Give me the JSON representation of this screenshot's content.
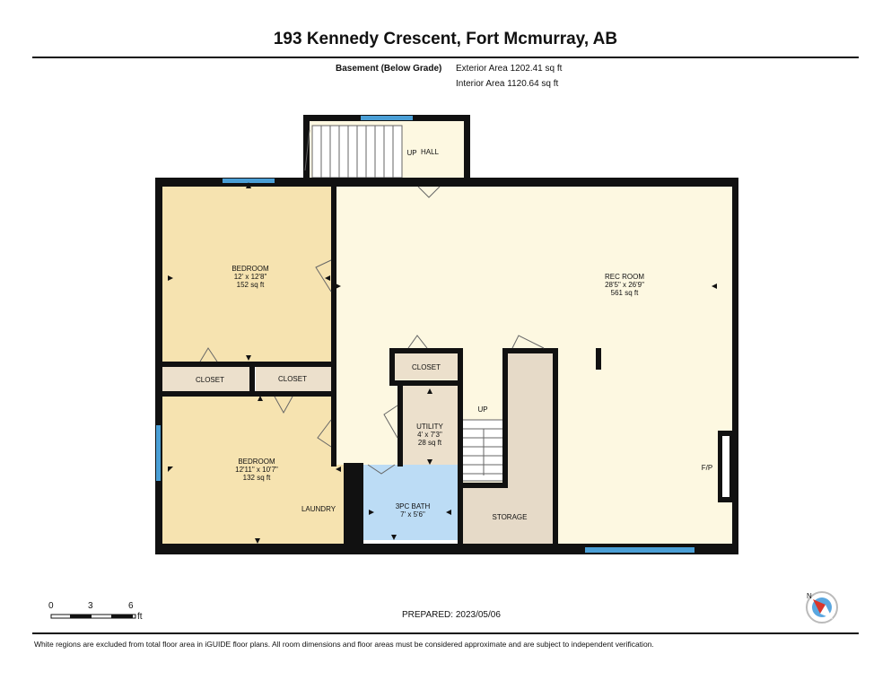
{
  "header": {
    "title": "193 Kennedy Crescent, Fort Mcmurray, AB",
    "floor_name": "Basement (Below Grade)",
    "exterior_area": "Exterior Area 1202.41 sq ft",
    "interior_area": "Interior Area 1120.64 sq ft"
  },
  "rooms": {
    "hall": {
      "name": "HALL"
    },
    "stairs_up_top": {
      "name": "UP"
    },
    "bedroom1": {
      "name": "BEDROOM",
      "dims": "12' x 12'8\"",
      "area": "152 sq ft"
    },
    "rec_room": {
      "name": "REC ROOM",
      "dims": "28'5\" x 26'9\"",
      "area": "561 sq ft"
    },
    "closet_a": {
      "name": "CLOSET"
    },
    "closet_b": {
      "name": "CLOSET"
    },
    "closet_c": {
      "name": "CLOSET"
    },
    "utility": {
      "name": "UTILITY",
      "dims": "4' x 7'3\"",
      "area": "28 sq ft"
    },
    "stairs_up_mid": {
      "name": "UP"
    },
    "bedroom2": {
      "name": "BEDROOM",
      "dims": "12'11\" x 10'7\"",
      "area": "132 sq ft"
    },
    "laundry": {
      "name": "LAUNDRY"
    },
    "bath": {
      "name": "3PC BATH",
      "dims": "7' x 5'6\""
    },
    "storage": {
      "name": "STORAGE"
    },
    "fireplace": {
      "name": "F/P"
    }
  },
  "scale": {
    "ticks": [
      "0",
      "3",
      "6"
    ],
    "unit": "ft"
  },
  "footer": {
    "prepared": "PREPARED: 2023/05/06",
    "disclaimer": "White regions are excluded from total floor area in iGUIDE floor plans. All room dimensions and floor areas must be considered approximate and are subject to independent verification."
  },
  "colors": {
    "wall": "#111111",
    "bedroom": "#f6e3b0",
    "rec_room": "#fdf8e1",
    "closet": "#ece0cc",
    "storage": "#e6dac8",
    "bath": "#bcdcf5",
    "window": "#4a9fd6",
    "compass": "#d9362b"
  }
}
